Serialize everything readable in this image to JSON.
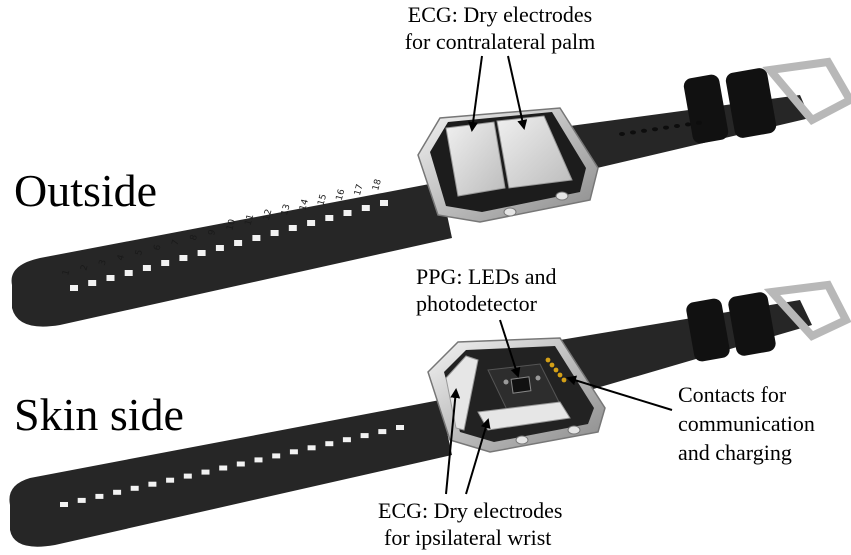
{
  "sections": {
    "outside": {
      "title": "Outside"
    },
    "skin_side": {
      "title": "Skin side"
    }
  },
  "annotations": {
    "ecg_palm": {
      "line1": "ECG: Dry electrodes",
      "line2": "for contralateral palm"
    },
    "ppg": {
      "line1": "PPG: LEDs and",
      "line2": "photodetector"
    },
    "contacts": {
      "line1": "Contacts for",
      "line2": "communication",
      "line3": "and charging"
    },
    "ecg_wrist": {
      "line1": "ECG: Dry electrodes",
      "line2": "for ipsilateral wrist"
    }
  },
  "strap_numbers": [
    "1",
    "2",
    "3",
    "4",
    "5",
    "6",
    "7",
    "8",
    "9",
    "10",
    "11",
    "12",
    "13",
    "14",
    "15",
    "16",
    "17",
    "18"
  ],
  "colors": {
    "strap": "#262626",
    "metal": "#c8c8c8",
    "electrode": "#d9d9d9",
    "contacts": "#d4a017"
  }
}
